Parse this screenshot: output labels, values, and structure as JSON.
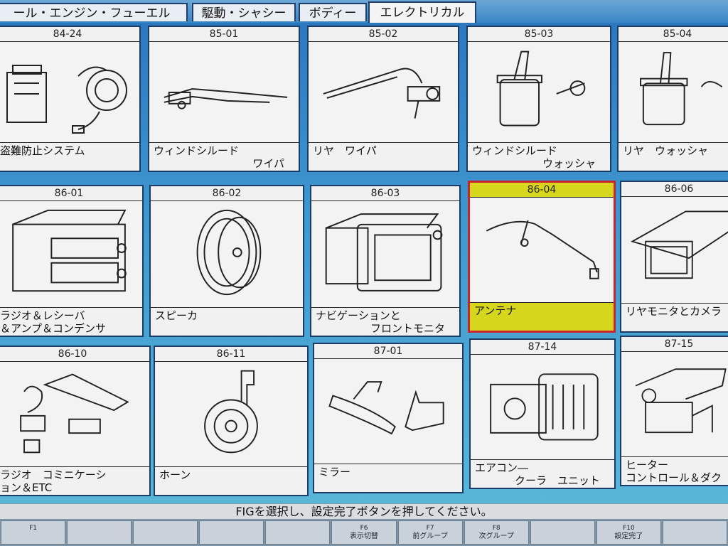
{
  "tabs": [
    {
      "label": "ール・エンジン・フューエル",
      "active": false
    },
    {
      "label": "駆動・シャシー",
      "active": false
    },
    {
      "label": "ボディー",
      "active": false
    },
    {
      "label": "エレクトリカル",
      "active": true
    }
  ],
  "cards": [
    {
      "code": "84-24",
      "name1": "盗難防止システム",
      "name2": "",
      "icon": "anti-theft-module-icon"
    },
    {
      "code": "85-01",
      "name1": "ウィンドシルード",
      "name2": "ワイパ",
      "icon": "wiper-icon"
    },
    {
      "code": "85-02",
      "name1": "リヤ　ワイパ",
      "name2": "",
      "icon": "rear-wiper-icon"
    },
    {
      "code": "85-03",
      "name1": "ウィンドシルード",
      "name2": "ウォッシャ",
      "icon": "washer-icon"
    },
    {
      "code": "85-04",
      "name1": "リヤ　ウォッシャ",
      "name2": "",
      "icon": "rear-washer-icon"
    },
    {
      "code": "86-01",
      "name1": "ラジオ＆レシーバ",
      "name2": "＆アンプ＆コンデンサ",
      "icon": "radio-icon"
    },
    {
      "code": "86-02",
      "name1": "スピーカ",
      "name2": "",
      "icon": "speaker-icon"
    },
    {
      "code": "86-03",
      "name1": "ナビゲーションと",
      "name2": "フロントモニタ",
      "icon": "navigation-icon"
    },
    {
      "code": "86-04",
      "name1": "アンテナ",
      "name2": "",
      "icon": "antenna-icon",
      "selected": true
    },
    {
      "code": "86-06",
      "name1": "リヤモニタとカメラ",
      "name2": "",
      "icon": "rear-monitor-icon"
    },
    {
      "code": "86-10",
      "name1": "ラジオ　コミニケーシ",
      "name2": "ョン＆ETC",
      "icon": "etc-unit-icon"
    },
    {
      "code": "86-11",
      "name1": "ホーン",
      "name2": "",
      "icon": "horn-icon"
    },
    {
      "code": "87-01",
      "name1": "ミラー",
      "name2": "",
      "icon": "mirror-icon"
    },
    {
      "code": "87-14",
      "name1": "エアコン―",
      "name2": "クーラ　ユニット",
      "icon": "ac-unit-icon"
    },
    {
      "code": "87-15",
      "name1": "ヒーター",
      "name2": "コントロール＆ダク",
      "icon": "heater-control-icon"
    }
  ],
  "message": "FIGを選択し、設定完了ボタンを押してください。",
  "fkeys": [
    {
      "key": "F1",
      "label": ""
    },
    {
      "key": "",
      "label": ""
    },
    {
      "key": "",
      "label": ""
    },
    {
      "key": "",
      "label": ""
    },
    {
      "key": "",
      "label": ""
    },
    {
      "key": "F6",
      "label": "表示切替"
    },
    {
      "key": "F7",
      "label": "前グループ"
    },
    {
      "key": "F8",
      "label": "次グループ"
    },
    {
      "key": "",
      "label": ""
    },
    {
      "key": "F10",
      "label": "設定完了"
    },
    {
      "key": "",
      "label": ""
    }
  ]
}
